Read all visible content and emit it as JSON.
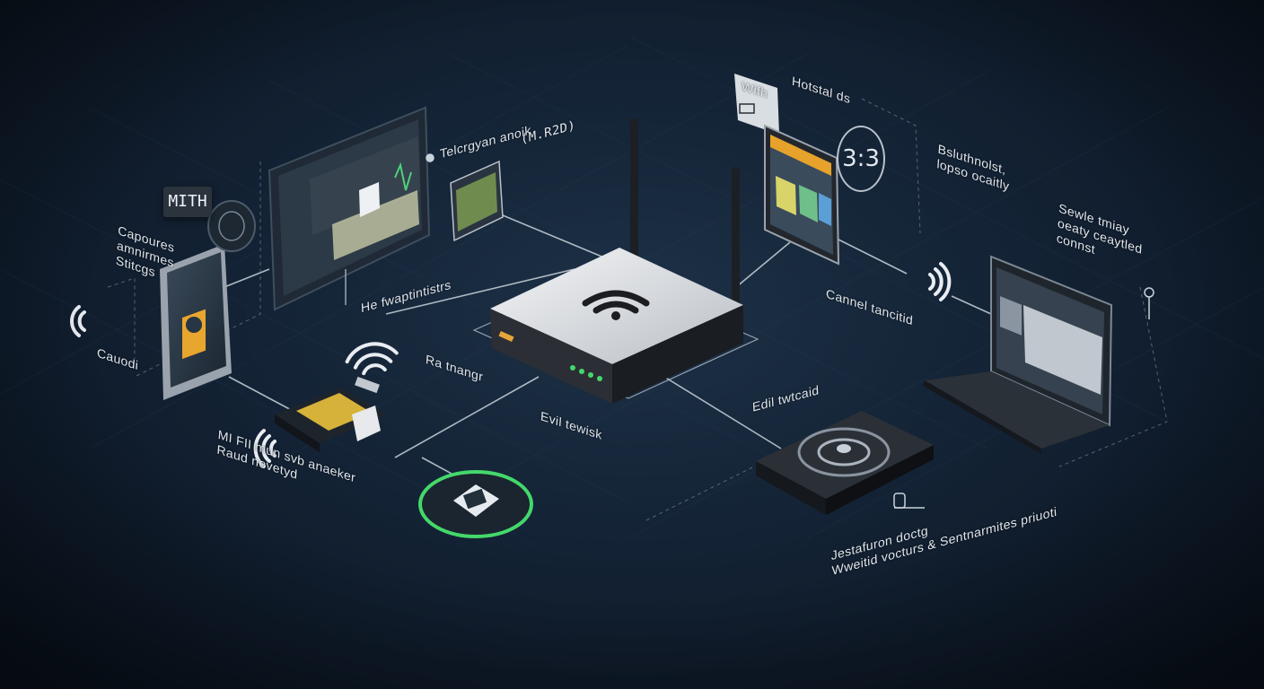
{
  "labels": {
    "mitm_badge": "MITH",
    "captures": "Capoures\namnirmes\nStitcgs",
    "caundi": "Cauodi",
    "telemetry": "Telcrgyan anoik",
    "telemetry_code": "(M.R2D)",
    "he_fwd": "He fwaptintistrs",
    "ra_range": "Ra tnangr",
    "evil_twin": "Evil tewisk",
    "mi_fi": "MI FII mun svb anaeker\nRaud novetyd",
    "wifi_top": "Wifh",
    "hotstat": "Hotstal ds",
    "clock_text": "3:3",
    "bluetooth": "Bsluthnolst,\nlopso ocaitly",
    "stealthy": "Sewle tmiay\noeaty ceaytled\nconnst",
    "cannel_twist": "Cannel tancitid",
    "edit_forward": "Edil twtcaid",
    "jammer": "Jestafuron doctg\nWweitid vocturs & Sentnarmites priuoti"
  },
  "colors": {
    "background": "#132234",
    "line": "#c9d3dc",
    "accent_green": "#44d86a",
    "warning_orange": "#e69a2a",
    "device_dark": "#2a2f36"
  }
}
